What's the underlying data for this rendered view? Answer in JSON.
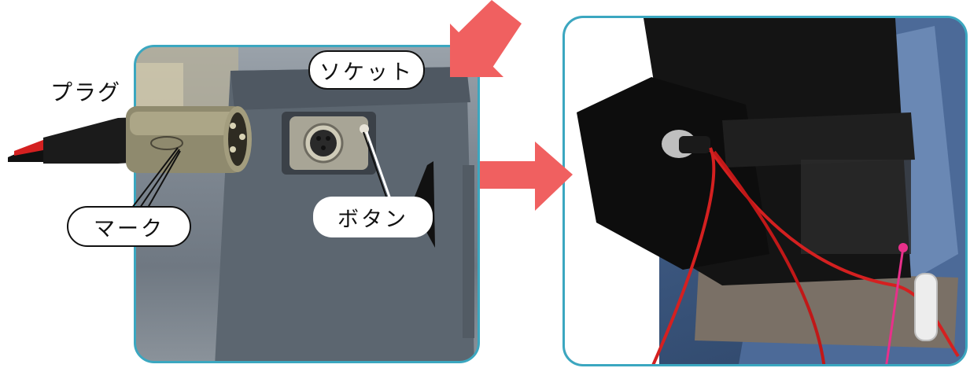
{
  "labels": {
    "plug": "プラグ",
    "socket": "ソケット",
    "button": "ボタン",
    "mark": "マーク"
  },
  "colors": {
    "frame": "#3ba7c0",
    "arrow": "#f06060",
    "cable_red": "#d42020",
    "pointer_pink": "#e8308a"
  },
  "icons": {
    "arrow_down_left": "arrow-down-left-icon",
    "arrow_right": "arrow-right-icon"
  }
}
